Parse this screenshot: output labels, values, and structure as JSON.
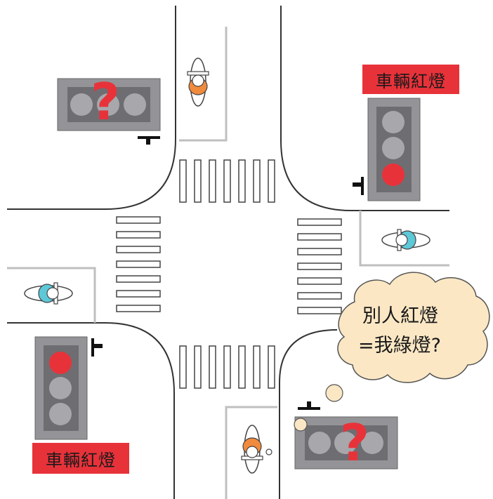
{
  "labels": {
    "top_right_signal": "車輛紅燈",
    "bottom_left_signal": "車輛紅燈"
  },
  "thought_bubble": {
    "line1": "別人紅燈",
    "line2": "=我綠燈?"
  },
  "signals": {
    "top_left": {
      "state": "unknown",
      "marker": "?"
    },
    "top_right": {
      "state": "red"
    },
    "bottom_left": {
      "state": "red"
    },
    "bottom_right": {
      "state": "unknown",
      "marker": "?"
    }
  },
  "colors": {
    "red_light": "#e8323a",
    "unlit_lamp": "#a7a7ac",
    "signal_body": "#77777b",
    "label_bg": "#e8323a",
    "bubble_fill": "#fbe7c4",
    "rider_orange": "#f08a3c",
    "rider_teal": "#5cc8d8"
  }
}
